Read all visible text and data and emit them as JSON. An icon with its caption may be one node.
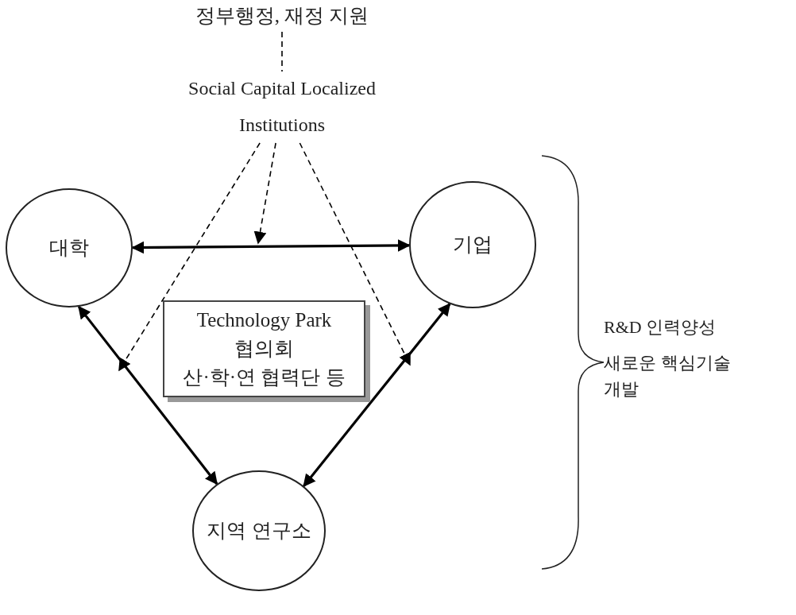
{
  "diagram": {
    "nodes": [
      {
        "text": [
          "정부행정, 재정 지원"
        ]
      },
      {
        "text": [
          "Social Capital Localized Institutions"
        ]
      },
      {
        "text": [
          "대학"
        ]
      },
      {
        "text": [
          "기업"
        ]
      },
      {
        "text": [
          "Technology Park",
          "협의회",
          "산·학·연 협력단 등"
        ]
      },
      {
        "text": [
          "지역 연구소"
        ]
      }
    ],
    "edges": [
      {
        "from": 0,
        "to": 1,
        "arrow": "none",
        "style": "dashed"
      },
      {
        "from": 2,
        "to": 3,
        "arrow": "both",
        "style": "thick"
      },
      {
        "from": 1,
        "to": null,
        "arrow": "to",
        "style": "dashed"
      },
      {
        "from": 1,
        "to": null,
        "arrow": "to",
        "style": "dashed"
      },
      {
        "from": 1,
        "to": null,
        "arrow": "to",
        "style": "dashed"
      },
      {
        "from": 2,
        "to": 5,
        "arrow": "both",
        "style": "thick"
      },
      {
        "from": 3,
        "to": 5,
        "arrow": "both",
        "style": "thick"
      }
    ],
    "labels": [
      "R&D 인력양성",
      "새로운 핵심기술 개발"
    ]
  }
}
